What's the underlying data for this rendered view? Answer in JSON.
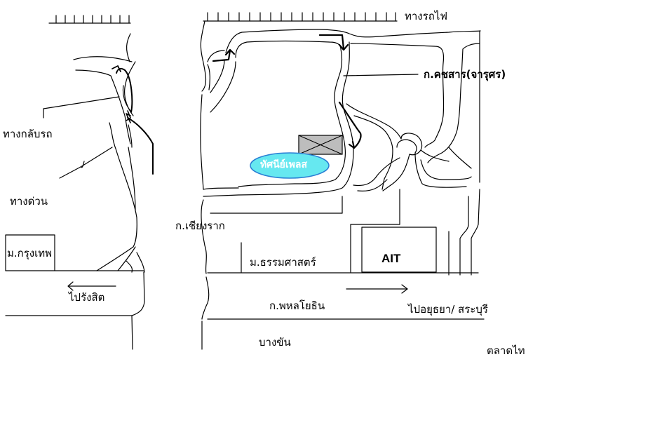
{
  "labels": {
    "railway": "ทางรถไฟ",
    "khotchasan_road": "ก.คชสาร(จารุศร)",
    "u_turn": "ทางกลับรถ",
    "expressway": "ทางด่วน",
    "krungthep_univ": "ม.กรุงเทพ",
    "to_rangsit": "ไปรังสิต",
    "chiang_rak_road": "ก.เชียงราก",
    "thammasat_univ": "ม.ธรรมศาสตร์",
    "ait": "AIT",
    "phahonyothin_road": "ก.พหลโยธิน",
    "to_ayutthaya_saraburi": "ไปอยุธยา/ สระบุรี",
    "bang_khan": "บางขัน",
    "talad_thai": "ตลาดไท",
    "destination": "ทัศนีย์เพลส"
  },
  "colors": {
    "line": "#000000",
    "destination_fill": "#66e8f0",
    "destination_stroke": "#2a7fd4",
    "destination_text": "#ffffff",
    "building_fill": "#bdbdbd"
  }
}
